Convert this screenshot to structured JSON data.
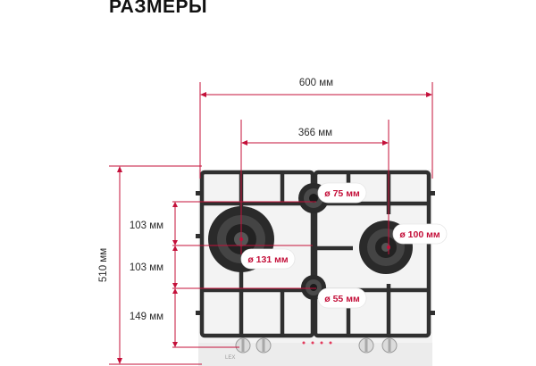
{
  "title": "РАЗМЕРЫ",
  "colors": {
    "accent": "#c4103a",
    "grate": "#2f2f2f",
    "glass": "#f3f3f3",
    "text": "#2b2b2b"
  },
  "dimensions": {
    "width": "600 мм",
    "burner_spacing": "366 мм",
    "depth": "510 мм",
    "offset_top": "103 мм",
    "offset_middle": "103 мм",
    "offset_bottom": "149 мм"
  },
  "burners": [
    {
      "name": "small-top",
      "diameter": "ø 75 мм"
    },
    {
      "name": "left-large",
      "diameter": "ø 131 мм"
    },
    {
      "name": "right-medium",
      "diameter": "ø 100 мм"
    },
    {
      "name": "small-bottom",
      "diameter": "ø 55 мм"
    }
  ],
  "brand": "LEX",
  "control_knob_icons": [
    "knob-icon",
    "knob-icon",
    "knob-icon",
    "knob-icon"
  ]
}
